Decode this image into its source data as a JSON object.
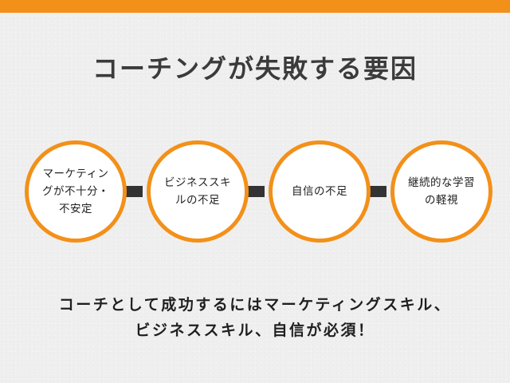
{
  "colors": {
    "accent": "#f39019",
    "connector": "#333333",
    "background": "#efefef"
  },
  "title": "コーチングが失敗する要因",
  "factors": [
    {
      "label": "マーケティン\nグが不十分・\n不安定"
    },
    {
      "label": "ビジネススキ\nルの不足"
    },
    {
      "label": "自信の不足"
    },
    {
      "label": "継続的な学習\nの軽視"
    }
  ],
  "conclusion": {
    "line1": "コーチとして成功するにはマーケティングスキル、",
    "line2": "ビジネススキル、自信が必須！"
  }
}
